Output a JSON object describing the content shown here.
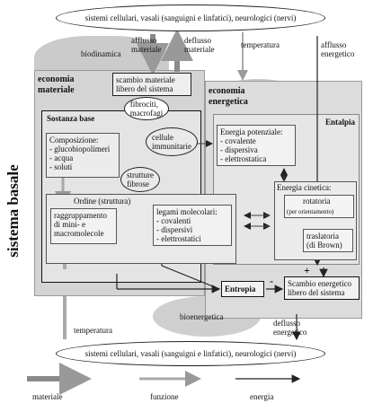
{
  "top_ellipse": "sistemi cellulari, vasali (sanguigni e linfatici), neurologici (nervi)",
  "bottom_ellipse": "sistemi cellulari, vasali (sanguigni e linfatici), neurologici (nervi)",
  "side_title": "sistema basale",
  "labels": {
    "biodinamica": "biodinamica",
    "afflusso_materiale": "afflusso\nmateriale",
    "deflusso_materiale": "deflusso\nmateriale",
    "temperatura_top": "temperatura",
    "afflusso_energetico": "afflusso\nenergetico",
    "temperatura_bottom": "temperatura",
    "bioenergetica": "bioenergetica",
    "deflusso_energetico": "deflusso\nenergetico",
    "plus": "+",
    "minus": "-"
  },
  "boxes": {
    "economia_materiale": "economia\nmateriale",
    "scambio_materiale": "scambio materiale\nlibero del sistema",
    "fibrociti": "fibrociti,\nmacrofagi",
    "cellule": "cellule\nimmunitarie",
    "strutture": "strutture\nfibrose",
    "sostanza_base": "Sostanza base",
    "composizione": "Composizione:\n- glucobiopolimeri\n- acqua\n- soluti",
    "ordine": "Ordine (struttura)",
    "raggruppamento": "raggruppamento\ndi mini- e\nmacromolecole",
    "legami": "legami molecolari:\n- covalenti\n- dispersivi\n- elettrostatici",
    "economia_energetica": "economia\nenergetica",
    "entalpia": "Entalpia",
    "energia_potenziale": "Energia potenziale:\n- covalente\n- dispersiva\n- elettrostatica",
    "energia_cinetica": "Energia cinetica:",
    "rotatoria": "rotatoria",
    "rotatoria_sub": "(per orientamento)",
    "traslatoria": "traslatoria\n(di Brown)",
    "entropia": "Entropia",
    "scambio_energetico": "Scambio energetico\nlibero del sistema"
  },
  "legend": [
    {
      "label": "materiale"
    },
    {
      "label": "funzione"
    },
    {
      "label": "energia"
    }
  ],
  "colors": {
    "arrow_material": "#8a8a8a",
    "arrow_function": "#a8a8a8",
    "blob": "#c8c8c8",
    "panel": "#d6d6d6",
    "panel_light": "#e6e6e6"
  }
}
